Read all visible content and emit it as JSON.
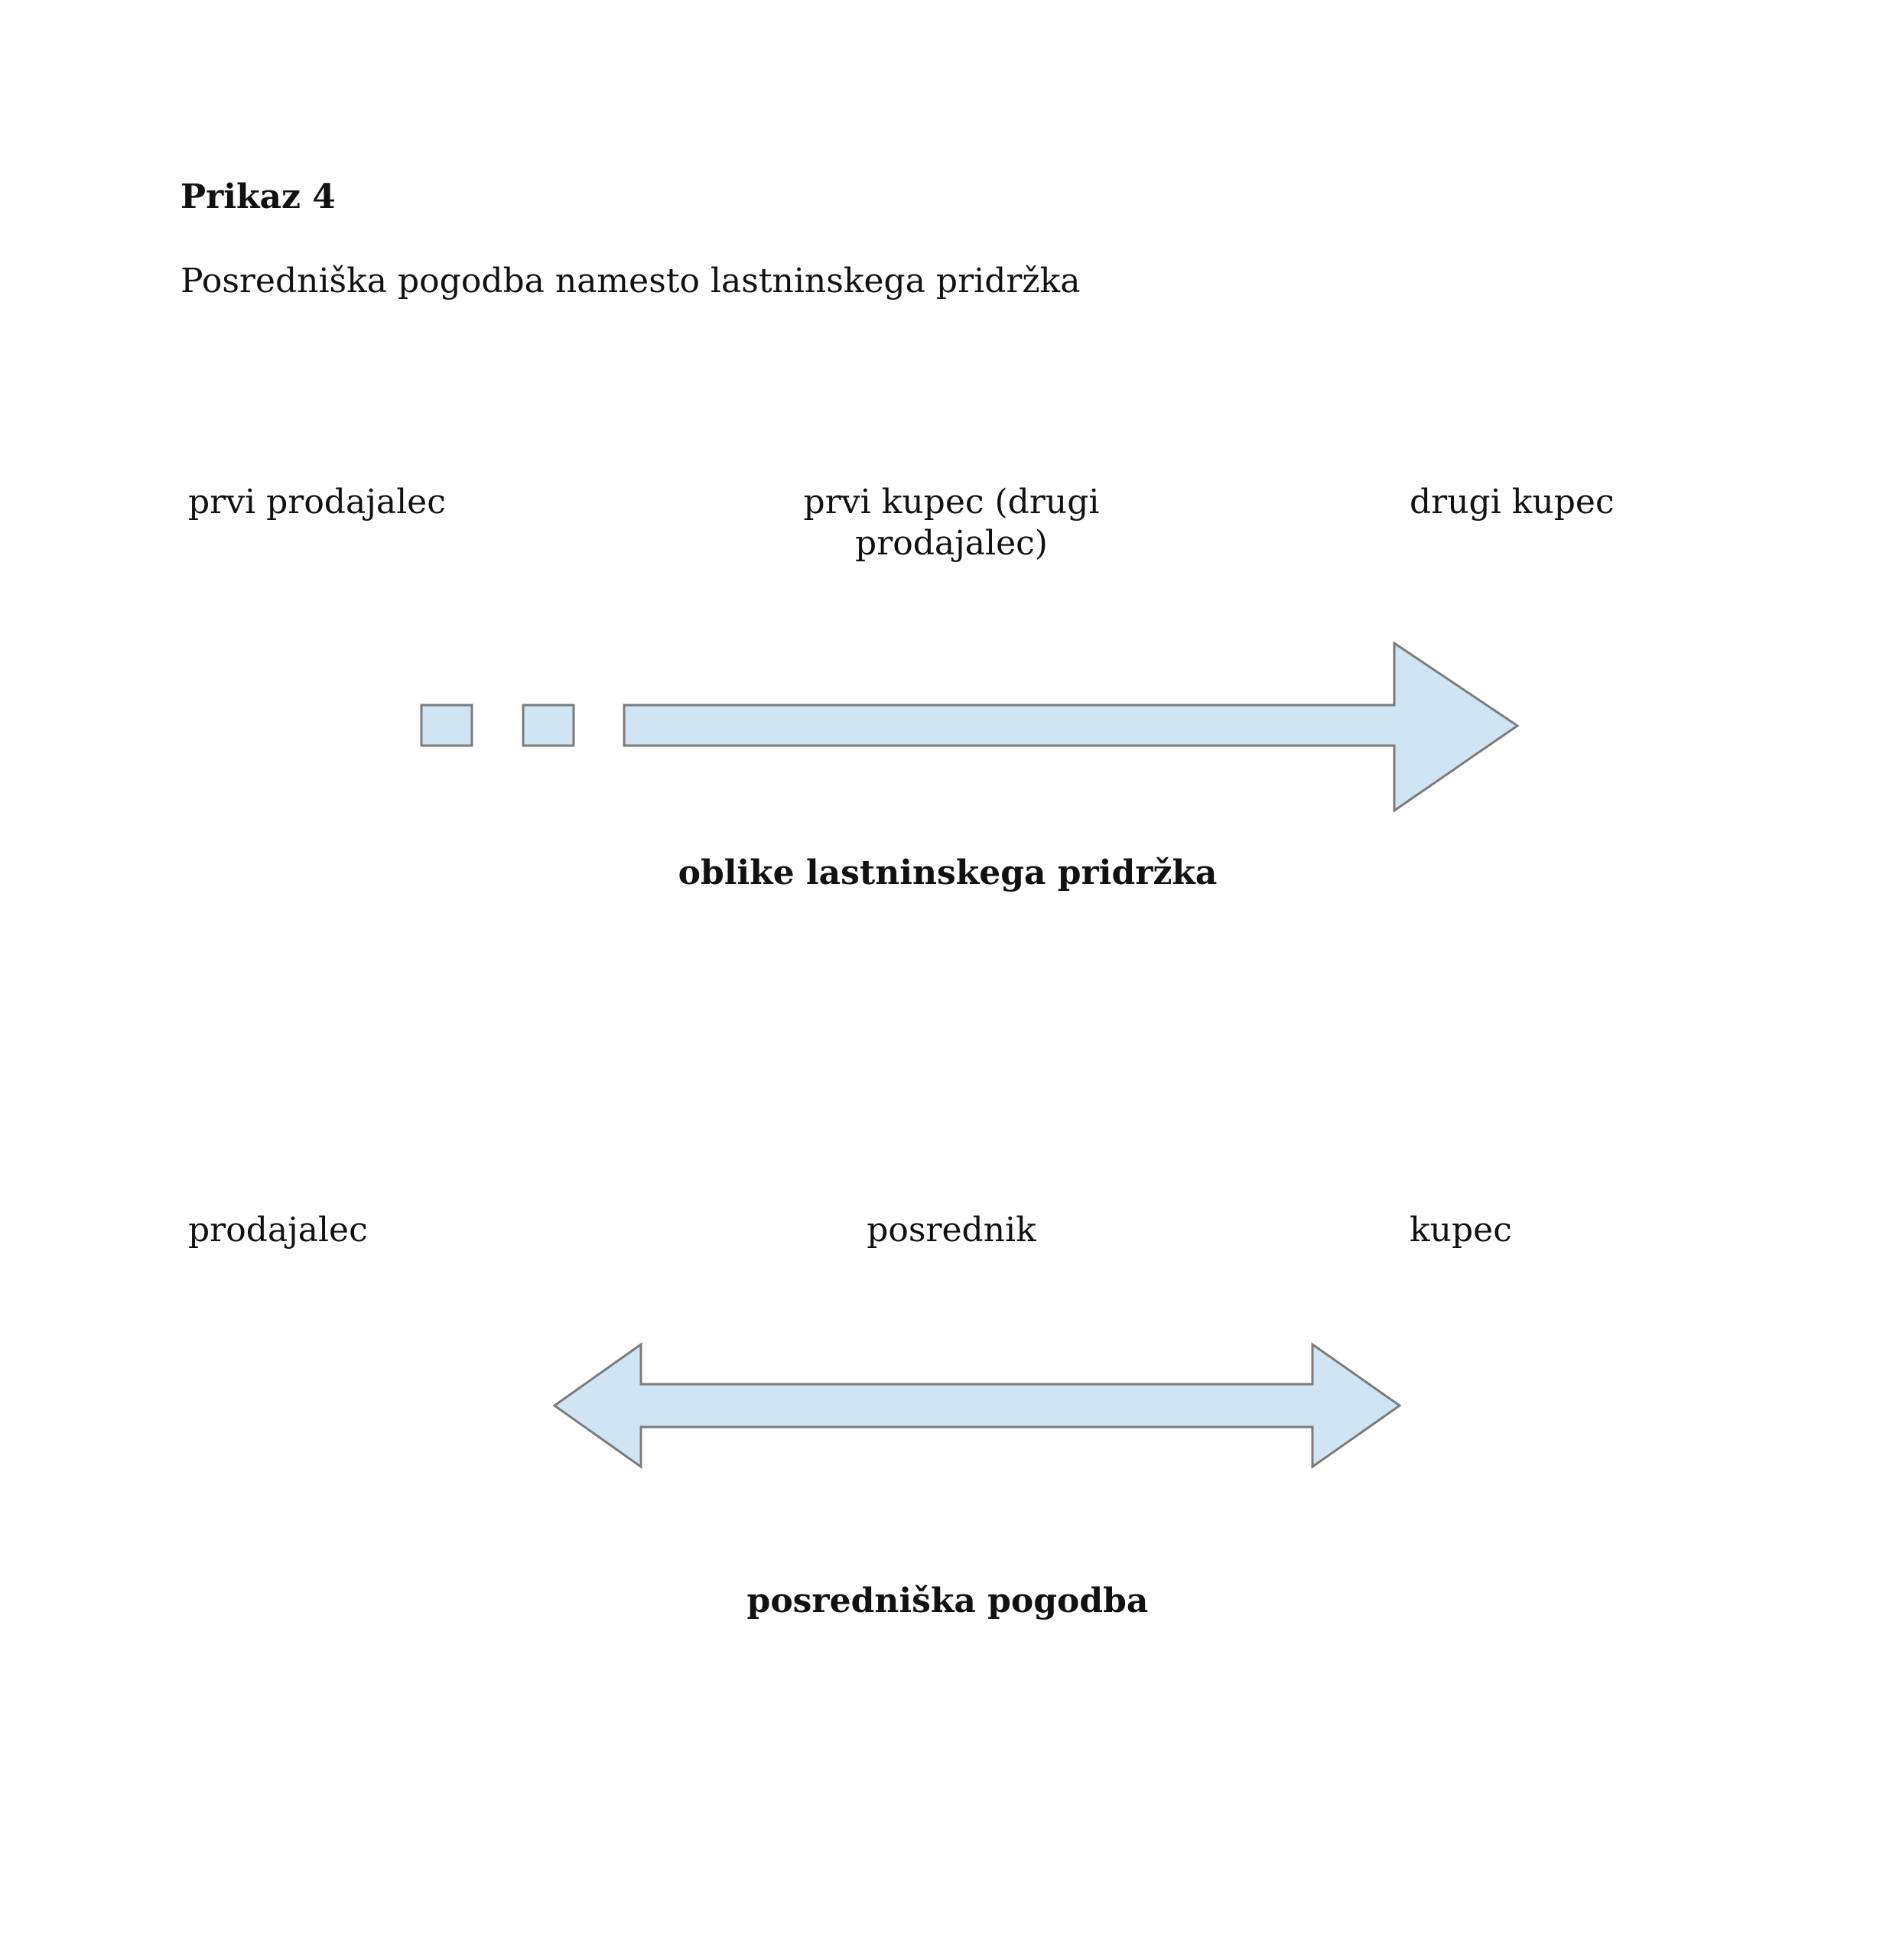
{
  "figure": {
    "number": "Prikaz 4",
    "title": "Posredniška pogodba namesto lastninskega pridržka"
  },
  "diagram_top": {
    "left_party": "prvi prodajalec",
    "middle_party_line1": "prvi kupec (drugi",
    "middle_party_line2": "prodajalec)",
    "right_party": "drugi kupec",
    "arrow_label": "oblike lastninskega pridržka"
  },
  "diagram_bottom": {
    "left_party": "prodajalec",
    "middle_party": "posrednik",
    "right_party": "kupec",
    "arrow_label": "posredniška pogodba"
  },
  "colors": {
    "arrow_fill": "#cfe5f3",
    "arrow_stroke": "#7b7b7b"
  }
}
